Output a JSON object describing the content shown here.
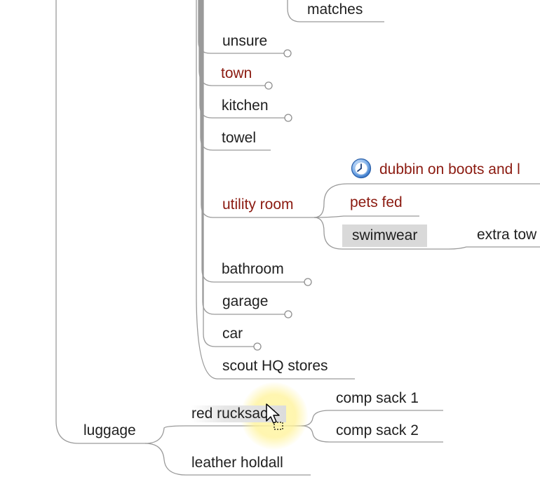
{
  "mindmap": {
    "nodes": {
      "matches": "matches",
      "unsure": "unsure",
      "town": "town",
      "kitchen": "kitchen",
      "towel": "towel",
      "dubbin": "dubbin on boots and l",
      "utility_room": "utility room",
      "pets_fed": "pets fed",
      "swimwear": "swimwear",
      "extra_towel": "extra tow",
      "bathroom": "bathroom",
      "garage": "garage",
      "car": "car",
      "scout_hq": "scout HQ stores",
      "luggage": "luggage",
      "red_rucksack": "red rucksack",
      "comp_sack_1": "comp sack 1",
      "comp_sack_2": "comp sack 2",
      "leather_holdall": "leather holdall"
    },
    "icons": {
      "task_icon": "clock-icon",
      "collapsed_marker": "collapse-circle-icon",
      "pointer": "mouse-cursor-icon"
    },
    "colors": {
      "line": "#9a9a9a",
      "text": "#1f1f1f",
      "task_text": "#8b1a10",
      "selected_bg": "#d9d9d9",
      "highlight": "#fff3a0"
    }
  }
}
